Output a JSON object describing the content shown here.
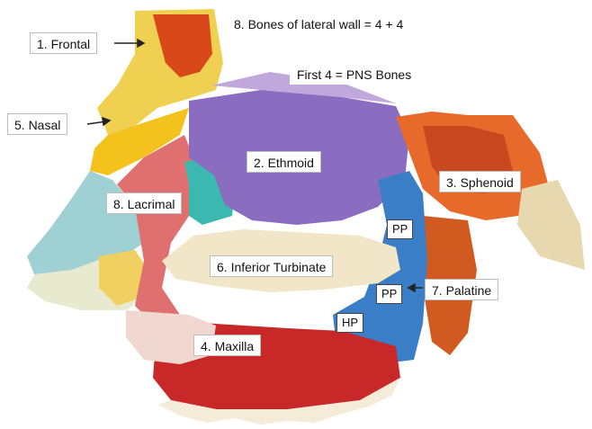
{
  "header": {
    "title": "8. Bones of lateral wall = 4 + 4",
    "subtitle": "First 4 = PNS Bones"
  },
  "labels": {
    "frontal": "1. Frontal",
    "nasal": "5. Nasal",
    "ethmoid": "2. Ethmoid",
    "sphenoid": "3. Sphenoid",
    "lacrimal": "8. Lacrimal",
    "inferior_turbinate": "6. Inferior Turbinate",
    "palatine": "7. Palatine",
    "maxilla": "4. Maxilla",
    "pp_upper": "PP",
    "pp_lower": "PP",
    "hp": "HP"
  },
  "colors": {
    "frontal": "#e8a020",
    "frontal_sinus": "#d84818",
    "nasal": "#f0c830",
    "ethmoid": "#8a6cc0",
    "sphenoid": "#e86a2a",
    "lacrimal": "#3bb8b0",
    "inferior_turbinate": "#f2e6c8",
    "palatine": "#3a7ec8",
    "maxilla": "#c82828",
    "cartilage": "#8ec8d0"
  }
}
